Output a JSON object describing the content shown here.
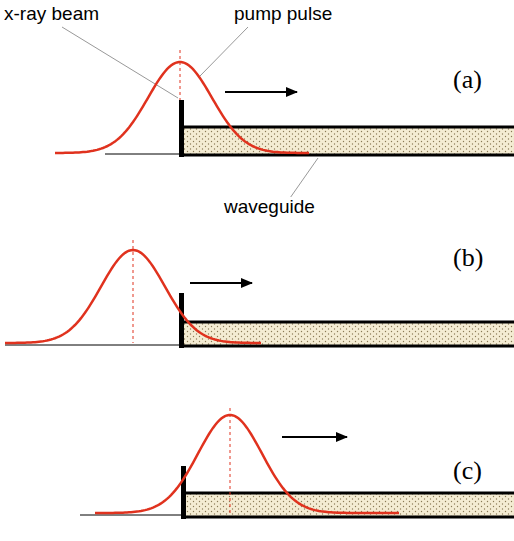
{
  "diagram": {
    "labels": [
      "x-ray beam",
      "pump pulse",
      "waveguide",
      "(a)",
      "(b)",
      "(c)"
    ]
  }
}
